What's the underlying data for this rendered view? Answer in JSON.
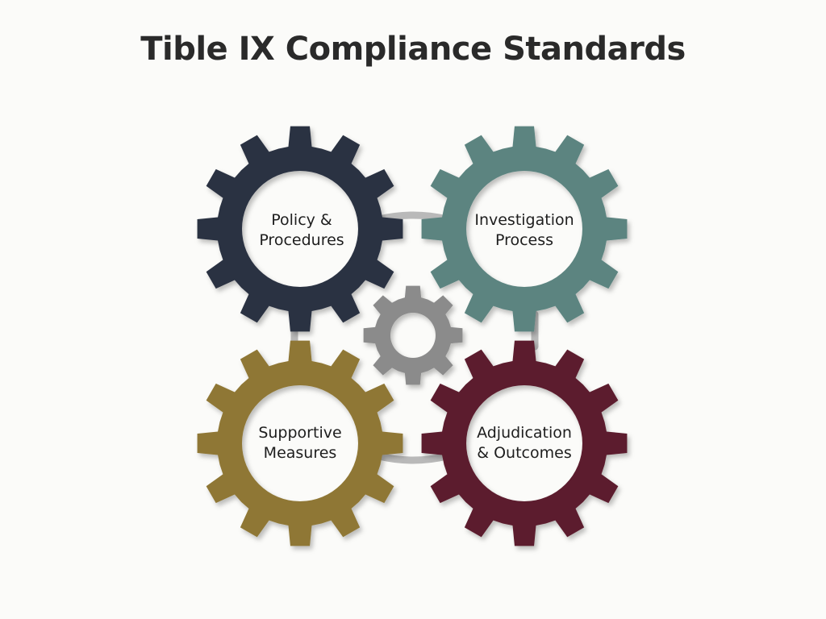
{
  "title": "Tible IX Compliance Standards",
  "gears": [
    {
      "id": "policy",
      "lines": [
        "Policy &",
        "Procedures"
      ],
      "color": "#2a3142",
      "icon": "gear-icon"
    },
    {
      "id": "investigation",
      "lines": [
        "Investigation",
        "Process"
      ],
      "color": "#5b8480",
      "icon": "gear-icon"
    },
    {
      "id": "supportive",
      "lines": [
        "Supportive",
        "Measures"
      ],
      "color": "#8f7736",
      "icon": "gear-icon"
    },
    {
      "id": "adjudication",
      "lines": [
        "Adjudication",
        "& Outcomes"
      ],
      "color": "#5c1f2e",
      "icon": "gear-icon"
    }
  ],
  "center_gear": {
    "color": "#8b8b8b",
    "icon": "gear-icon"
  },
  "connector_color": "#b9b9b9"
}
